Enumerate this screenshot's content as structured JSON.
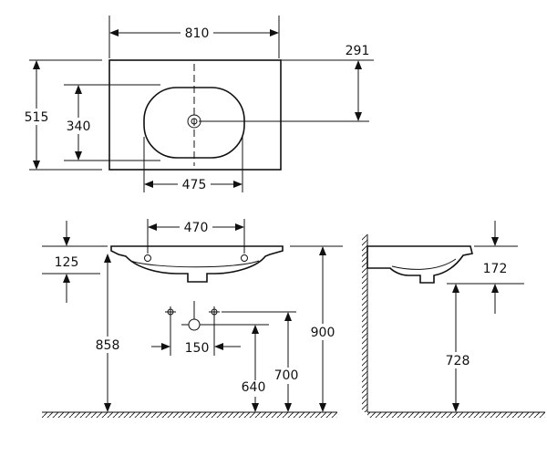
{
  "dimensions": {
    "top_width": "810",
    "top_offset": "291",
    "top_depth": "515",
    "bowl_depth": "340",
    "bowl_width": "475",
    "front_hole_spacing": "470",
    "front_rim": "125",
    "front_rim_height": "858",
    "basin_height": "900",
    "tap_spacing": "150",
    "waste_height": "640",
    "tap_height": "700",
    "side_depth": "172",
    "side_height": "728"
  }
}
